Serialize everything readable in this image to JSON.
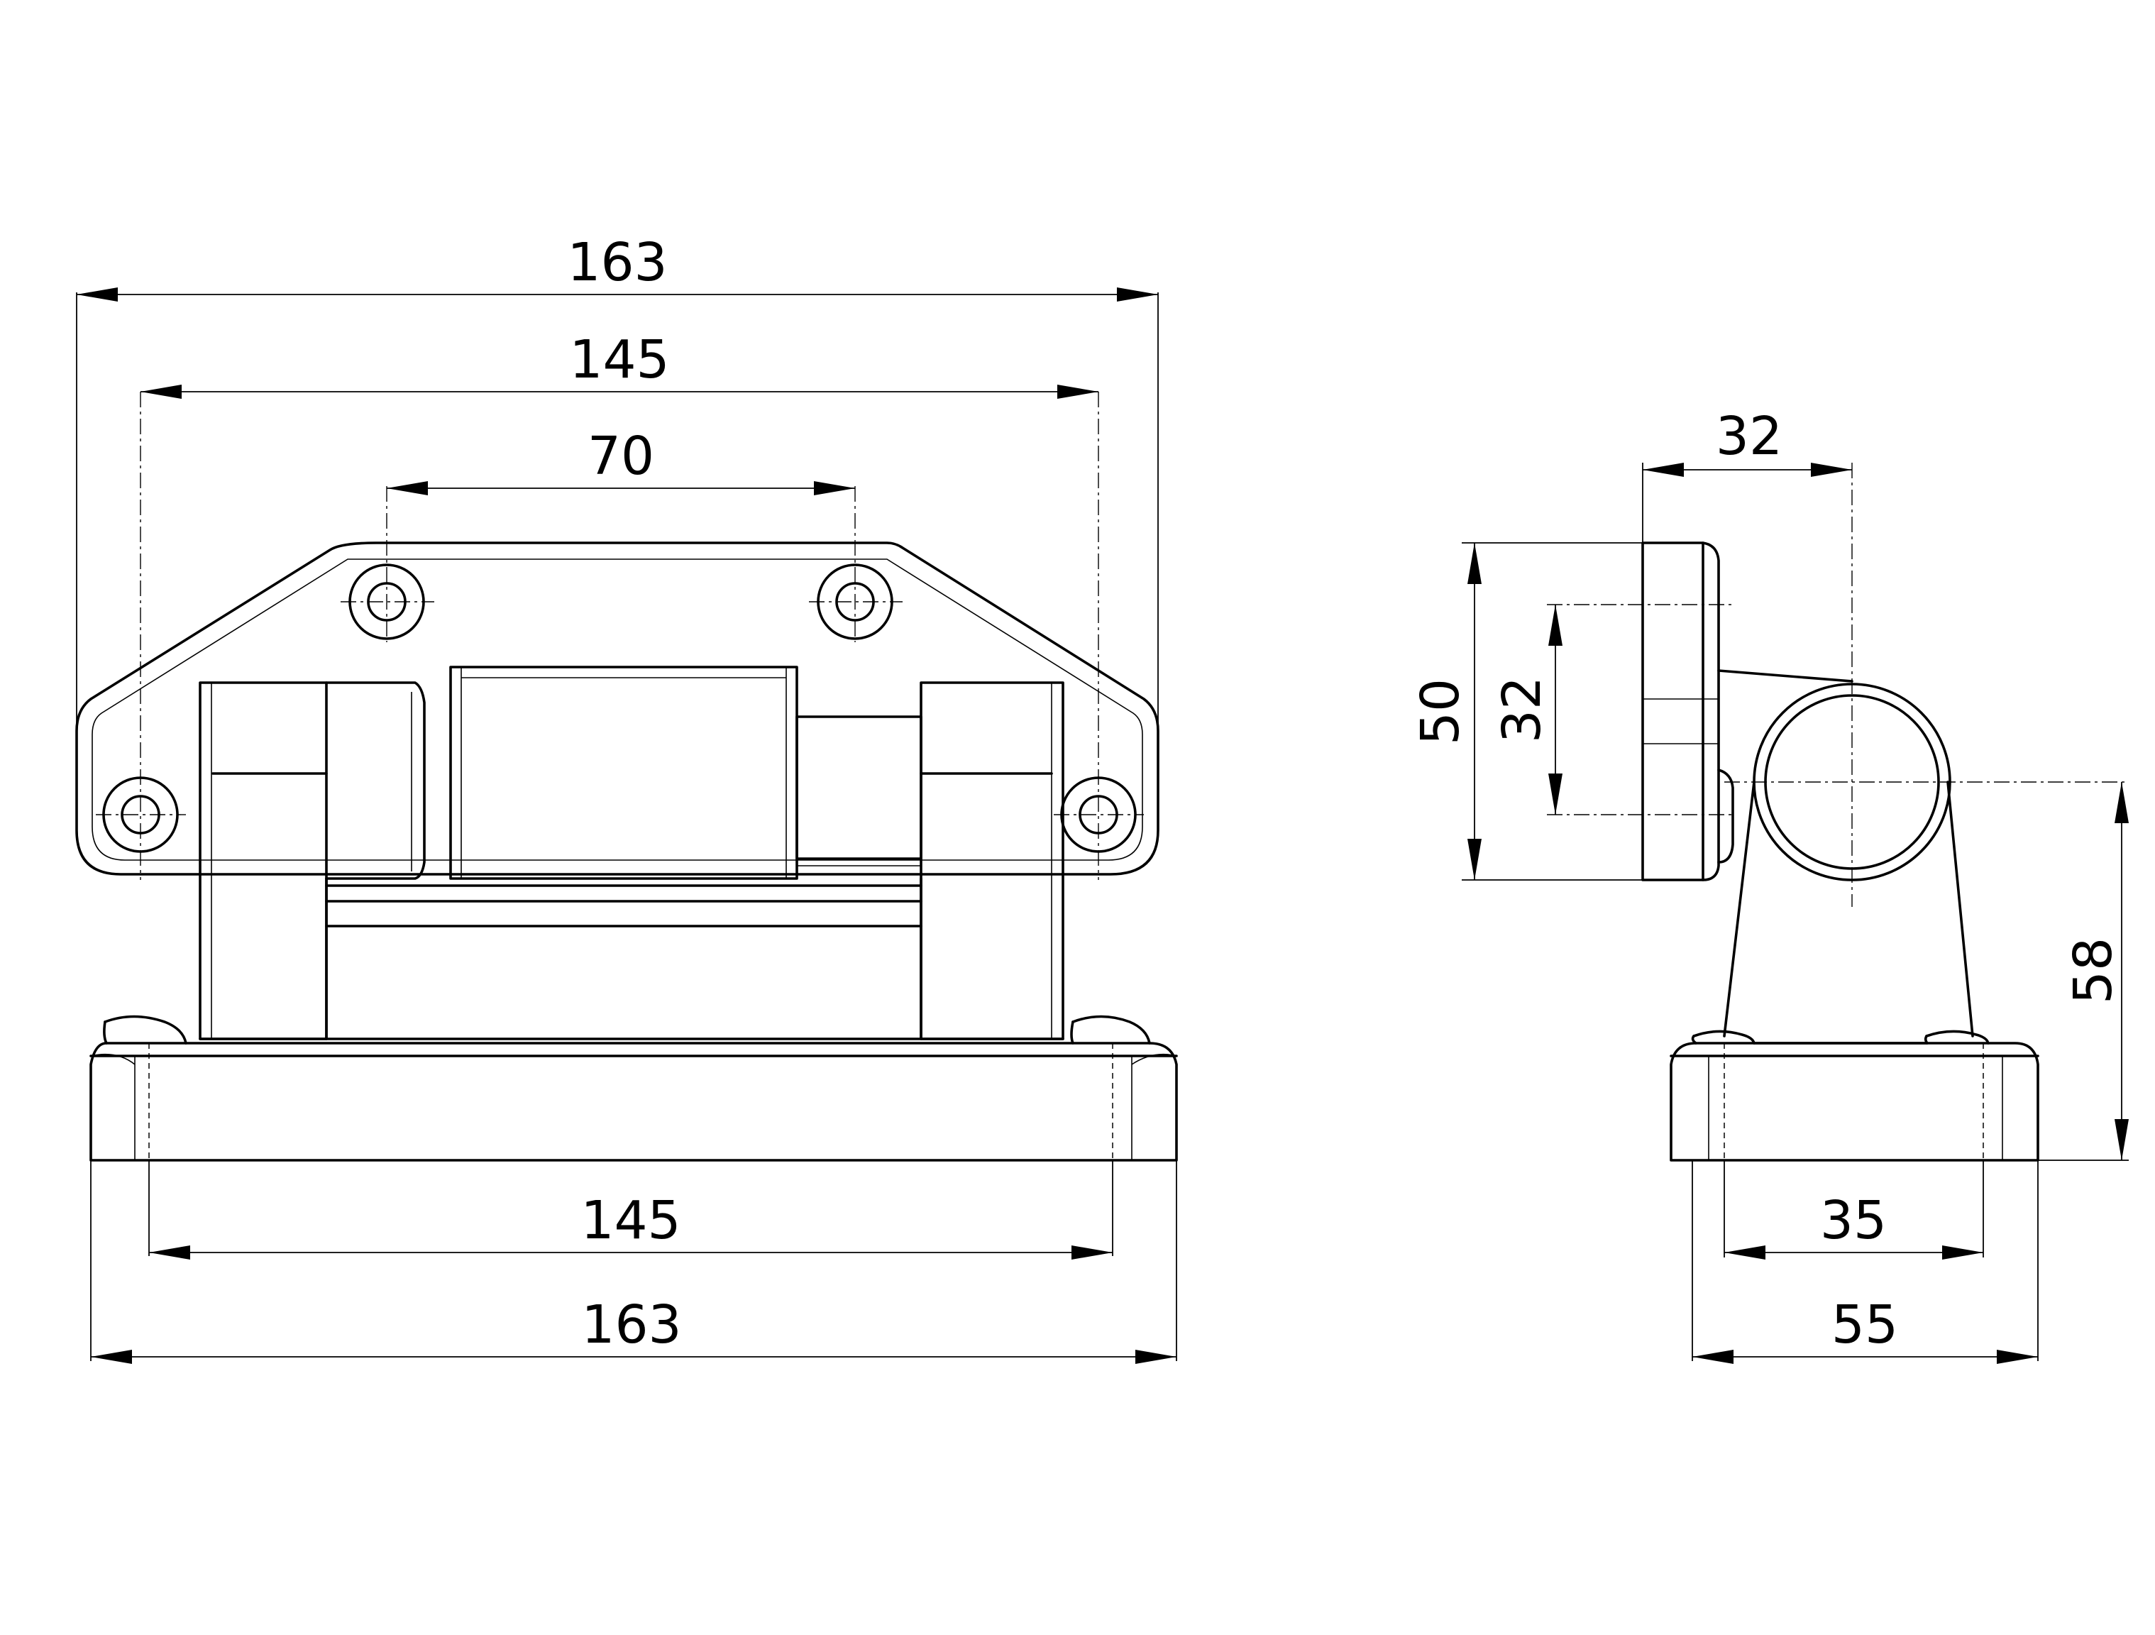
{
  "front_view": {
    "dimensions": {
      "top_overall": "163",
      "top_hole_span": "145",
      "top_center_span": "70",
      "bottom_hole_span": "145",
      "bottom_overall": "163"
    }
  },
  "side_view": {
    "dimensions": {
      "top_offset": "32",
      "flange_height": "50",
      "flange_inner": "32",
      "axis_height": "58",
      "base_hole_span": "35",
      "base_width": "55"
    }
  }
}
